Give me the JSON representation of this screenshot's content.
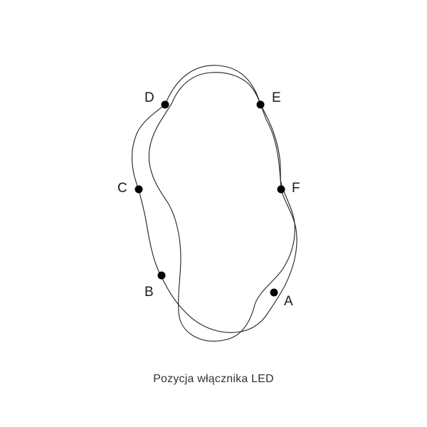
{
  "caption": "Pozycja włącznika LED",
  "points": [
    {
      "id": "A",
      "label": "A"
    },
    {
      "id": "B",
      "label": "B"
    },
    {
      "id": "C",
      "label": "C"
    },
    {
      "id": "D",
      "label": "D"
    },
    {
      "id": "E",
      "label": "E"
    },
    {
      "id": "F",
      "label": "F"
    }
  ],
  "colors": {
    "line": "#222222",
    "dot": "#000000",
    "text": "#1a1a1a"
  }
}
